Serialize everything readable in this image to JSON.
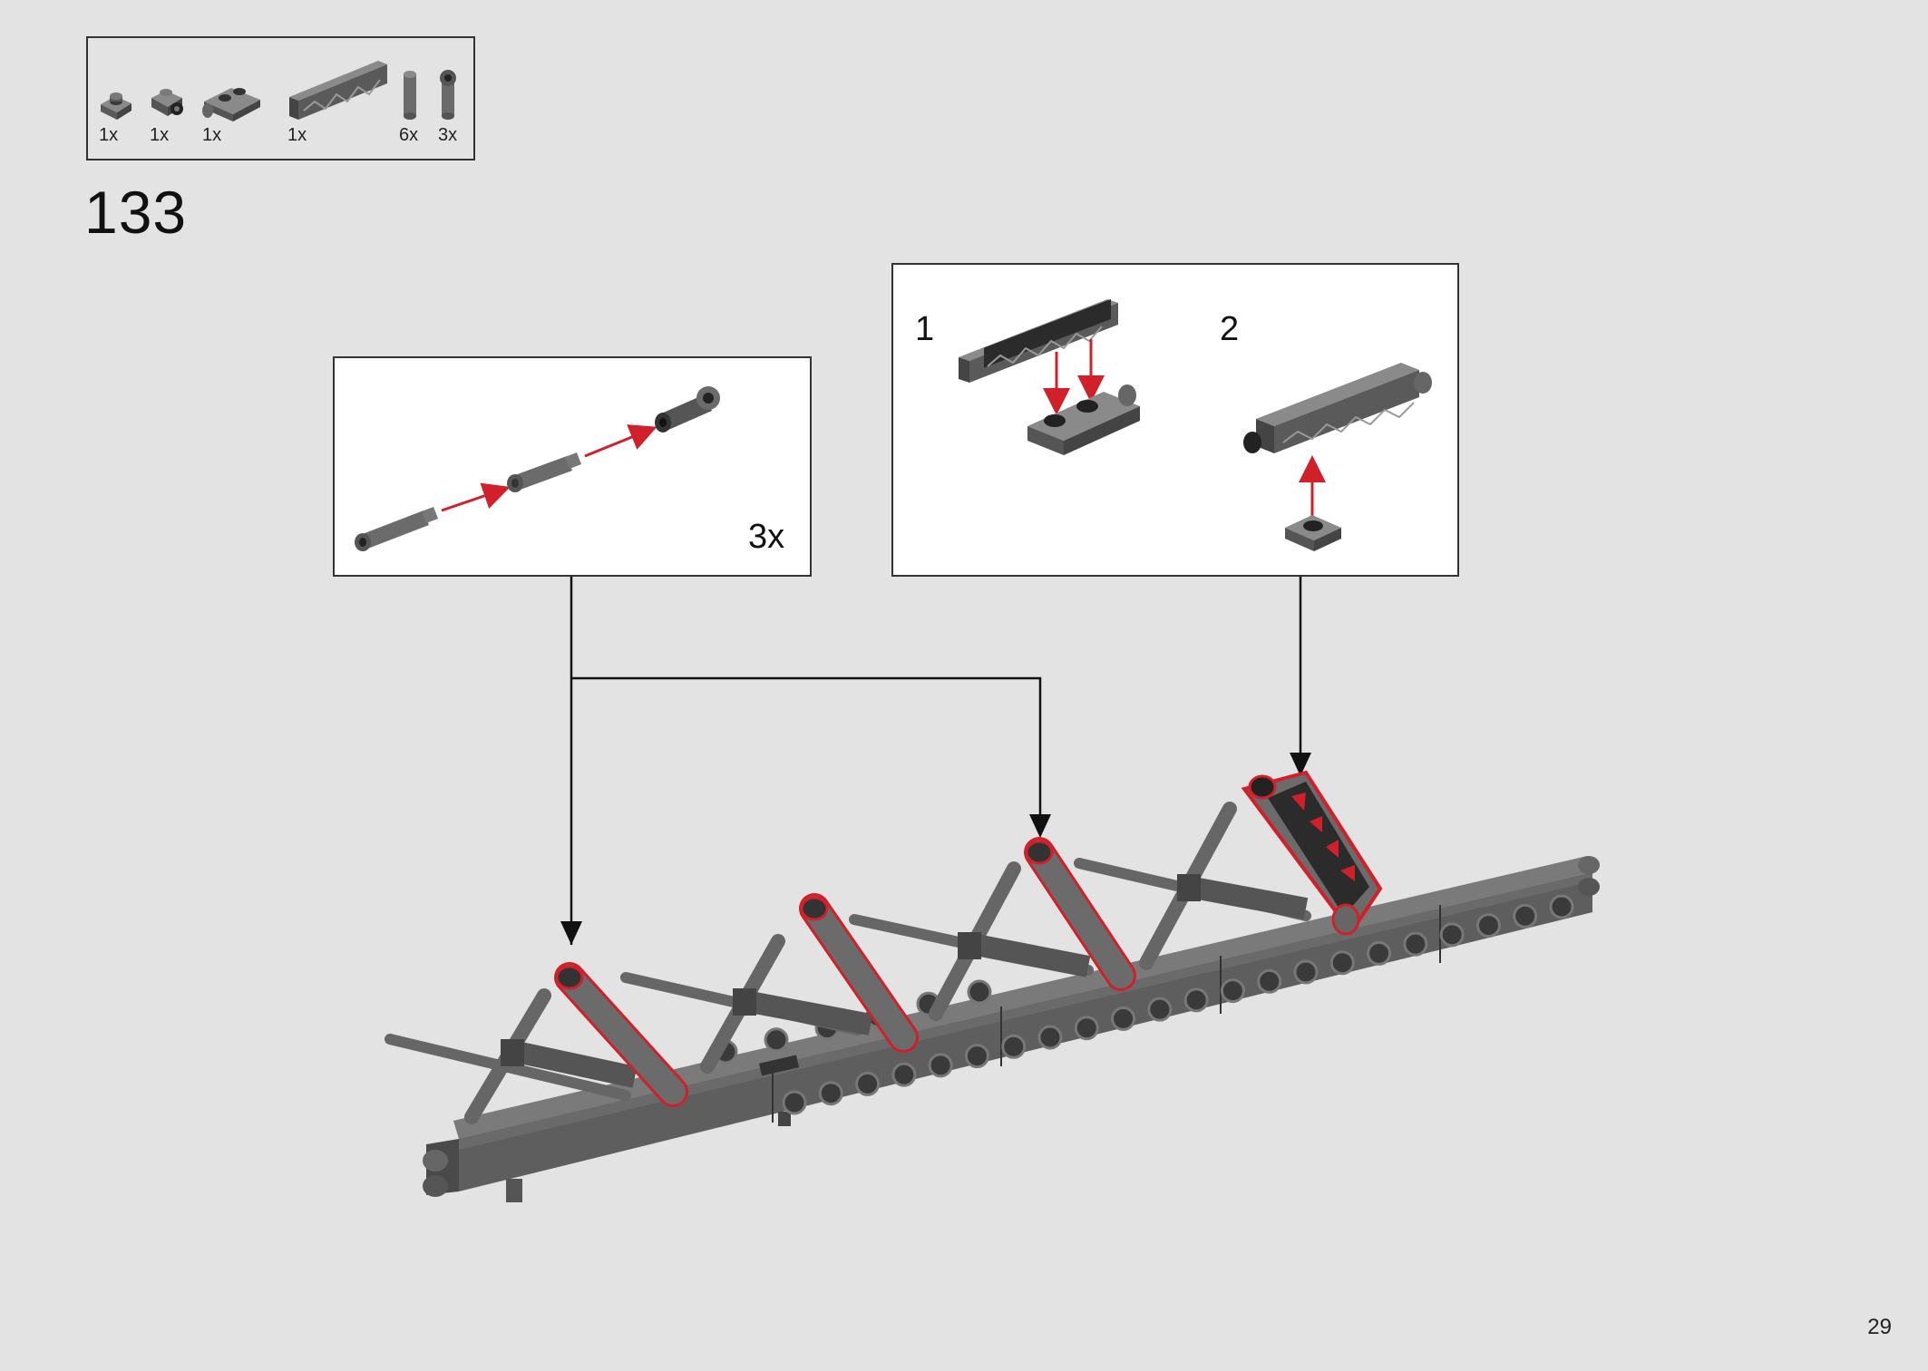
{
  "parts_list": {
    "items": [
      {
        "name": "plate-1x1-icon",
        "qty": "1x"
      },
      {
        "name": "plate-with-clip-icon",
        "qty": "1x"
      },
      {
        "name": "plate-1x2-with-bar-icon",
        "qty": "1x"
      },
      {
        "name": "fence-panel-icon",
        "qty": "1x"
      },
      {
        "name": "bar-holder-icon",
        "qty": "6x"
      },
      {
        "name": "bar-clip-icon",
        "qty": "3x"
      }
    ]
  },
  "step": {
    "number": "133"
  },
  "callout_a": {
    "multiplier": "3x"
  },
  "callout_b": {
    "sub_steps": [
      "1",
      "2"
    ]
  },
  "colors": {
    "background": "#e3e3e3",
    "part_gray": "#6b6b6b",
    "dark": "#2b2b2b",
    "highlight": "#d0202a",
    "panel": "#ffffff"
  },
  "page": {
    "number": "29"
  }
}
